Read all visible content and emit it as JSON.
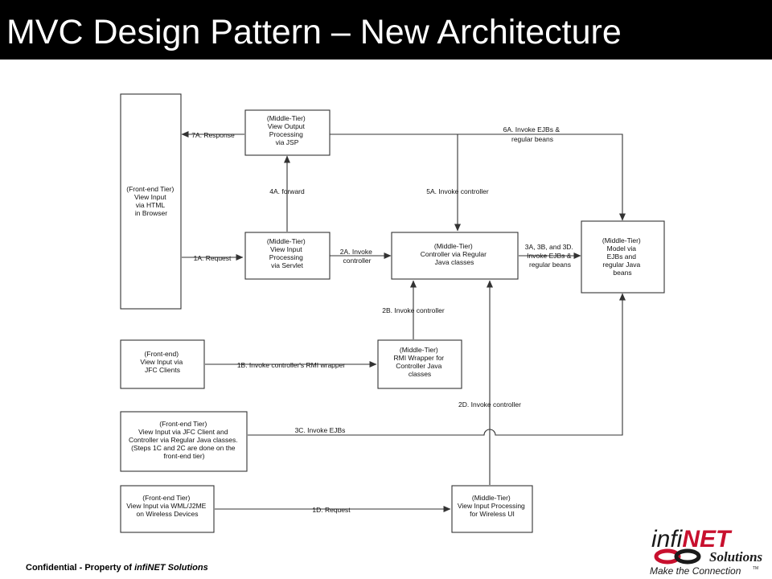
{
  "title": "MVC Design Pattern – New Architecture",
  "footer": {
    "prefix": "Confidential - Property of ",
    "brand": "infiNET Solutions"
  },
  "logo": {
    "name_part1": "infi",
    "name_part2": "NET",
    "sub": "Solutions",
    "tagline": "Make the Connection",
    "tm": "TM"
  },
  "diagram": {
    "nodes": {
      "front_browser": [
        "(Front-end Tier)",
        "View Input",
        "via HTML",
        "in Browser"
      ],
      "view_output": [
        "(Middle-Tier)",
        "View Output",
        "Processing",
        "via JSP"
      ],
      "view_input_servlet": [
        "(Middle-Tier)",
        "View Input",
        "Processing",
        "via Servlet"
      ],
      "controller": [
        "(Middle-Tier)",
        "Controller via Regular",
        "Java classes"
      ],
      "model": [
        "(Middle-Tier)",
        "Model via",
        "EJBs and",
        "regular Java",
        "beans"
      ],
      "front_jfc": [
        "(Front-end)",
        "View Input via",
        "JFC Clients"
      ],
      "rmi_wrapper": [
        "(Middle-Tier)",
        "RMI Wrapper for",
        "Controller Java",
        "classes"
      ],
      "front_jfc_controller": [
        "(Front-end Tier)",
        "View Input via JFC Client and",
        "Controller via Regular Java classes.",
        "(Steps 1C and 2C are done on the",
        "front-end tier)"
      ],
      "front_wireless": [
        "(Front-end Tier)",
        "View Input via WML/J2ME",
        "on Wireless Devices"
      ],
      "wireless_processing": [
        "(Middle-Tier)",
        "View Input Processing",
        "for Wireless UI"
      ]
    },
    "edges": {
      "response_7a": [
        "7A. Response"
      ],
      "invoke_6a": [
        "6A. Invoke EJBs &",
        "regular beans"
      ],
      "forward_4a": [
        "4A. forward"
      ],
      "invoke_5a": [
        "5A. Invoke controller"
      ],
      "request_1a": [
        "1A. Request"
      ],
      "invoke_2a": [
        "2A. Invoke",
        "controller"
      ],
      "invoke_3abd": [
        "3A, 3B, and 3D.",
        "Invoke EJBs &",
        "regular beans"
      ],
      "invoke_2b": [
        "2B. Invoke controller"
      ],
      "invoke_1b": [
        "1B. Invoke controller's RMI wrapper"
      ],
      "invoke_2d": [
        "2D. Invoke controller"
      ],
      "invoke_3c": [
        "3C. Invoke EJBs"
      ],
      "request_1d": [
        "1D. Request"
      ]
    }
  },
  "colors": {
    "title_bg": "#000000",
    "title_fg": "#ffffff",
    "line": "#333333",
    "logo_red": "#c8102e",
    "logo_dark": "#1a1a1a"
  }
}
